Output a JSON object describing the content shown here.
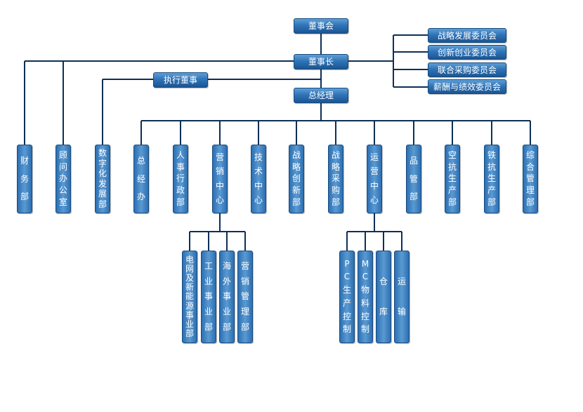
{
  "top": {
    "board": "董事会",
    "chairman": "董事长",
    "executive_director": "执行董事",
    "general_manager": "总经理"
  },
  "committees": [
    "战略发展委员会",
    "创新创业委员会",
    "联合采购委员会",
    "薪酬与绩效委员会"
  ],
  "staff_departments": [
    "财务部",
    "顾问办公室",
    "数字化发展部"
  ],
  "departments": [
    "总经办",
    "人事行政部",
    "营销中心",
    "技术中心",
    "战略创新部",
    "战略采购部",
    "运营中心",
    "品管部",
    "空抗生产部",
    "铁抗生产部",
    "综合管理部"
  ],
  "marketing_units": [
    "电网及新能源事业部",
    "工业事业部",
    "海外事业部",
    "营销管理部"
  ],
  "operations_units": [
    "PC生产控制",
    "MC物料控制",
    "仓库",
    "运输"
  ],
  "colors": {
    "line": "#0d2f57",
    "box_top": "#5e9fd6",
    "box_bottom": "#1c5592"
  }
}
